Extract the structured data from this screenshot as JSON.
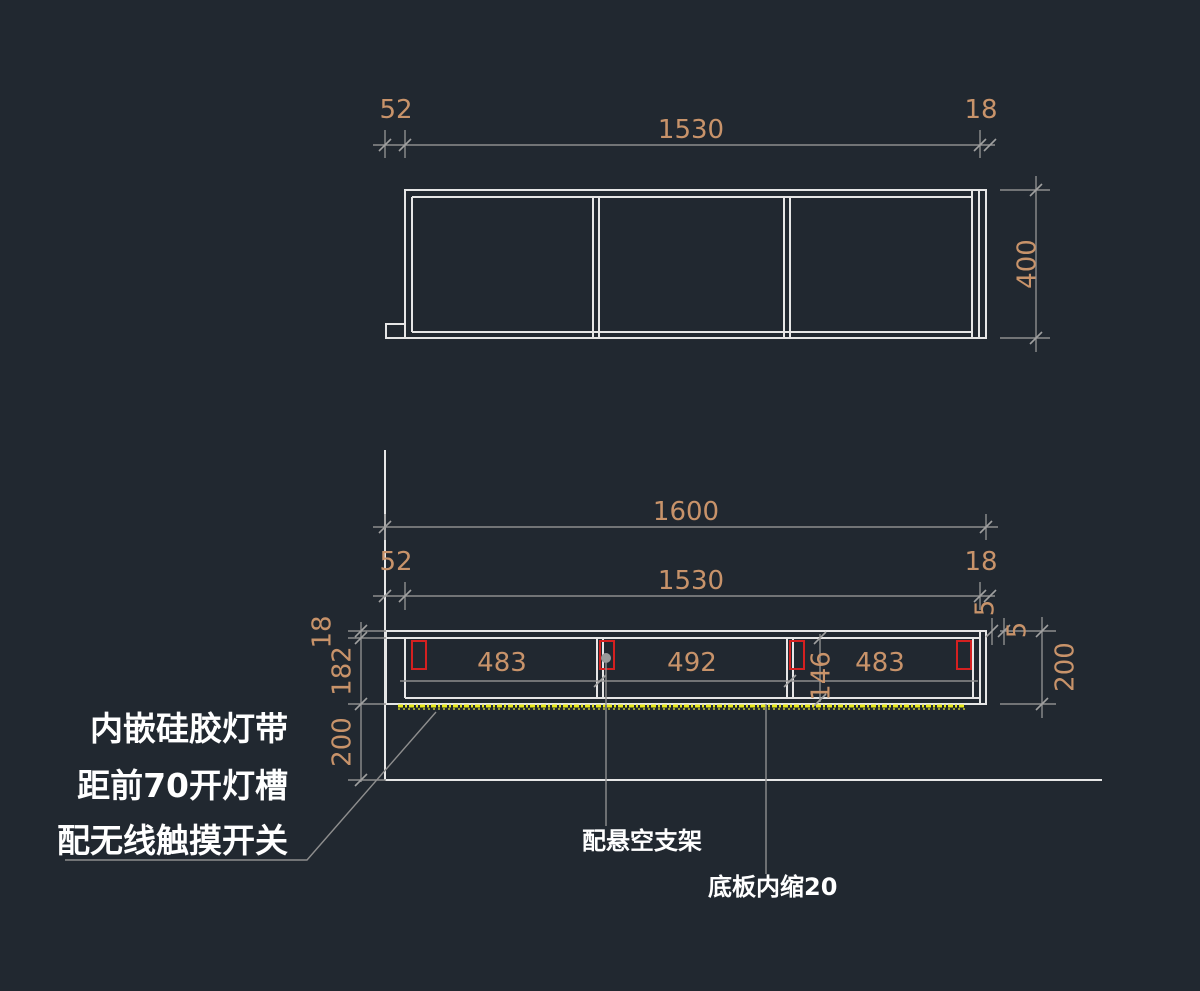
{
  "plan": {
    "dim_left": "52",
    "dim_main": "1530",
    "dim_right": "18",
    "dim_depth": "400"
  },
  "elevation": {
    "dim_total": "1600",
    "dim_left": "52",
    "dim_main": "1530",
    "dim_right": "18",
    "dim_top": "18",
    "dim_cabinet": "182",
    "dim_below": "200",
    "dim_height": "200",
    "dim_5a": "5",
    "dim_5b": "5",
    "dim_bay1": "483",
    "dim_bay2": "492",
    "dim_bay3": "483",
    "dim_146": "146"
  },
  "notes": {
    "led_line1": "内嵌硅胶灯带",
    "led_line2": "距前70开灯槽",
    "led_line3": "配无线触摸开关",
    "bracket": "配悬空支架",
    "base": "底板内缩20"
  },
  "colors": {
    "background": "#212830",
    "dimension_text": "#c8936a",
    "bracket_marker": "#d42020",
    "led_strip": "#e8e81a"
  }
}
